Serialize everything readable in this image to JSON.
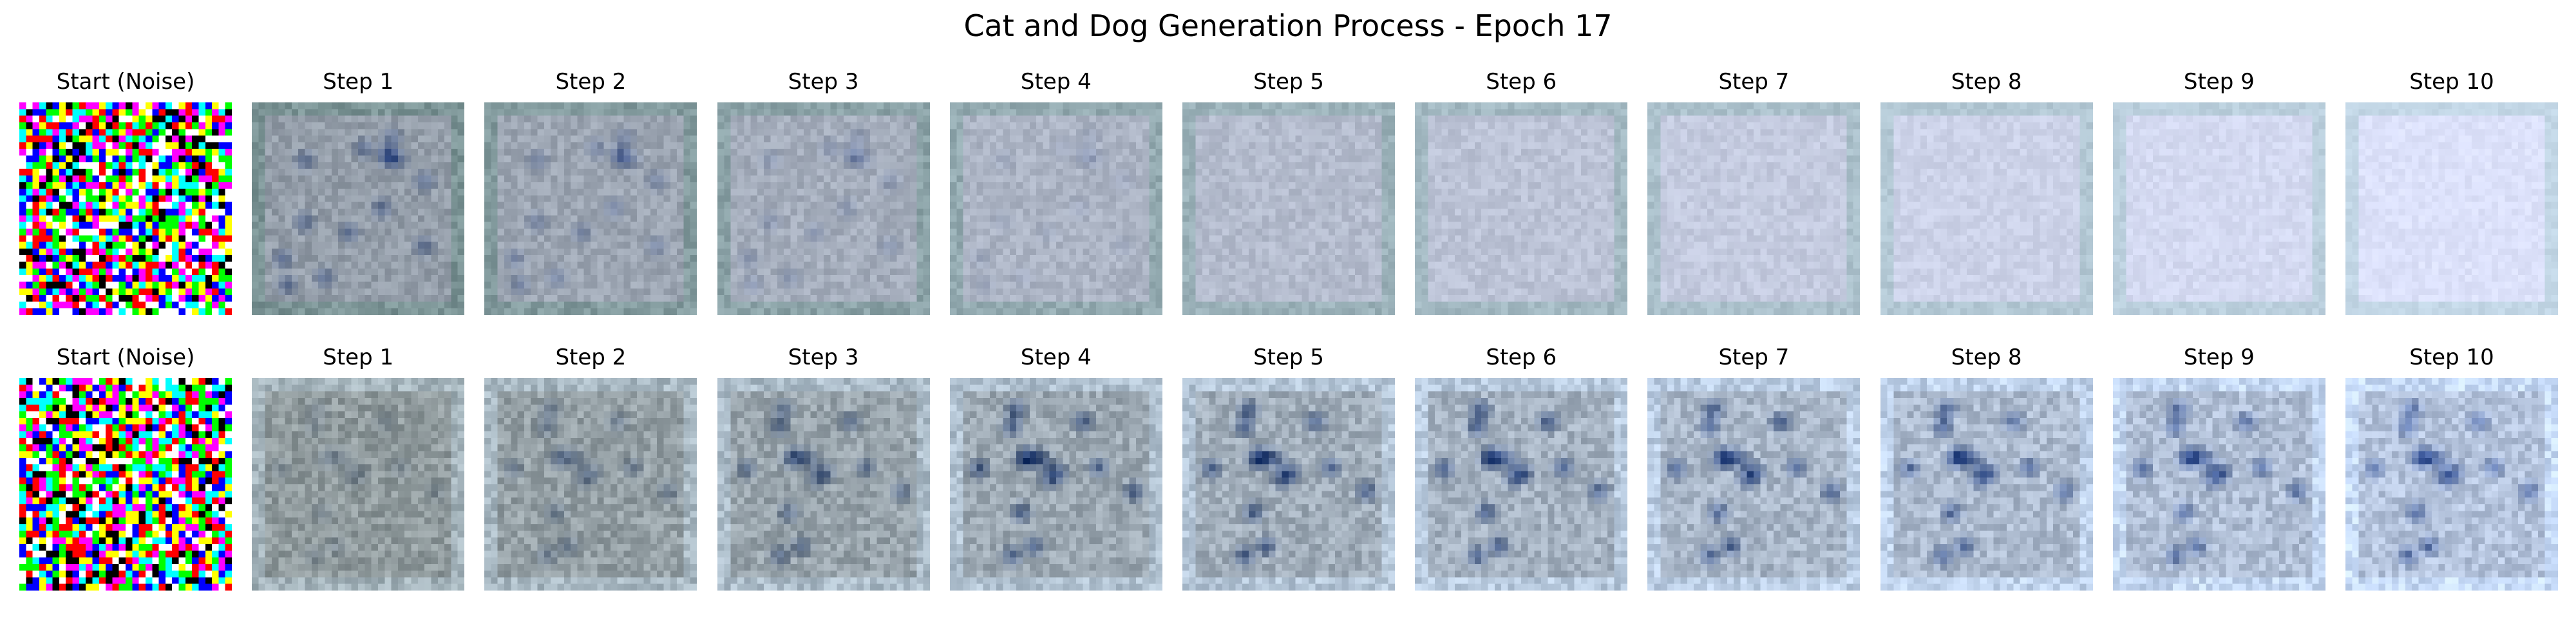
{
  "figure": {
    "title": "Cat and Dog Generation Process - Epoch 17"
  },
  "rows": [
    {
      "panels": [
        {
          "title": "Start (Noise)",
          "step": 0
        },
        {
          "title": "Step 1",
          "step": 1
        },
        {
          "title": "Step 2",
          "step": 2
        },
        {
          "title": "Step 3",
          "step": 3
        },
        {
          "title": "Step 4",
          "step": 4
        },
        {
          "title": "Step 5",
          "step": 5
        },
        {
          "title": "Step 6",
          "step": 6
        },
        {
          "title": "Step 7",
          "step": 7
        },
        {
          "title": "Step 8",
          "step": 8
        },
        {
          "title": "Step 9",
          "step": 9
        },
        {
          "title": "Step 10",
          "step": 10
        }
      ]
    },
    {
      "panels": [
        {
          "title": "Start (Noise)",
          "step": 0
        },
        {
          "title": "Step 1",
          "step": 1
        },
        {
          "title": "Step 2",
          "step": 2
        },
        {
          "title": "Step 3",
          "step": 3
        },
        {
          "title": "Step 4",
          "step": 4
        },
        {
          "title": "Step 5",
          "step": 5
        },
        {
          "title": "Step 6",
          "step": 6
        },
        {
          "title": "Step 7",
          "step": 7
        },
        {
          "title": "Step 8",
          "step": 8
        },
        {
          "title": "Step 9",
          "step": 9
        },
        {
          "title": "Step 10",
          "step": 10
        }
      ]
    }
  ]
}
